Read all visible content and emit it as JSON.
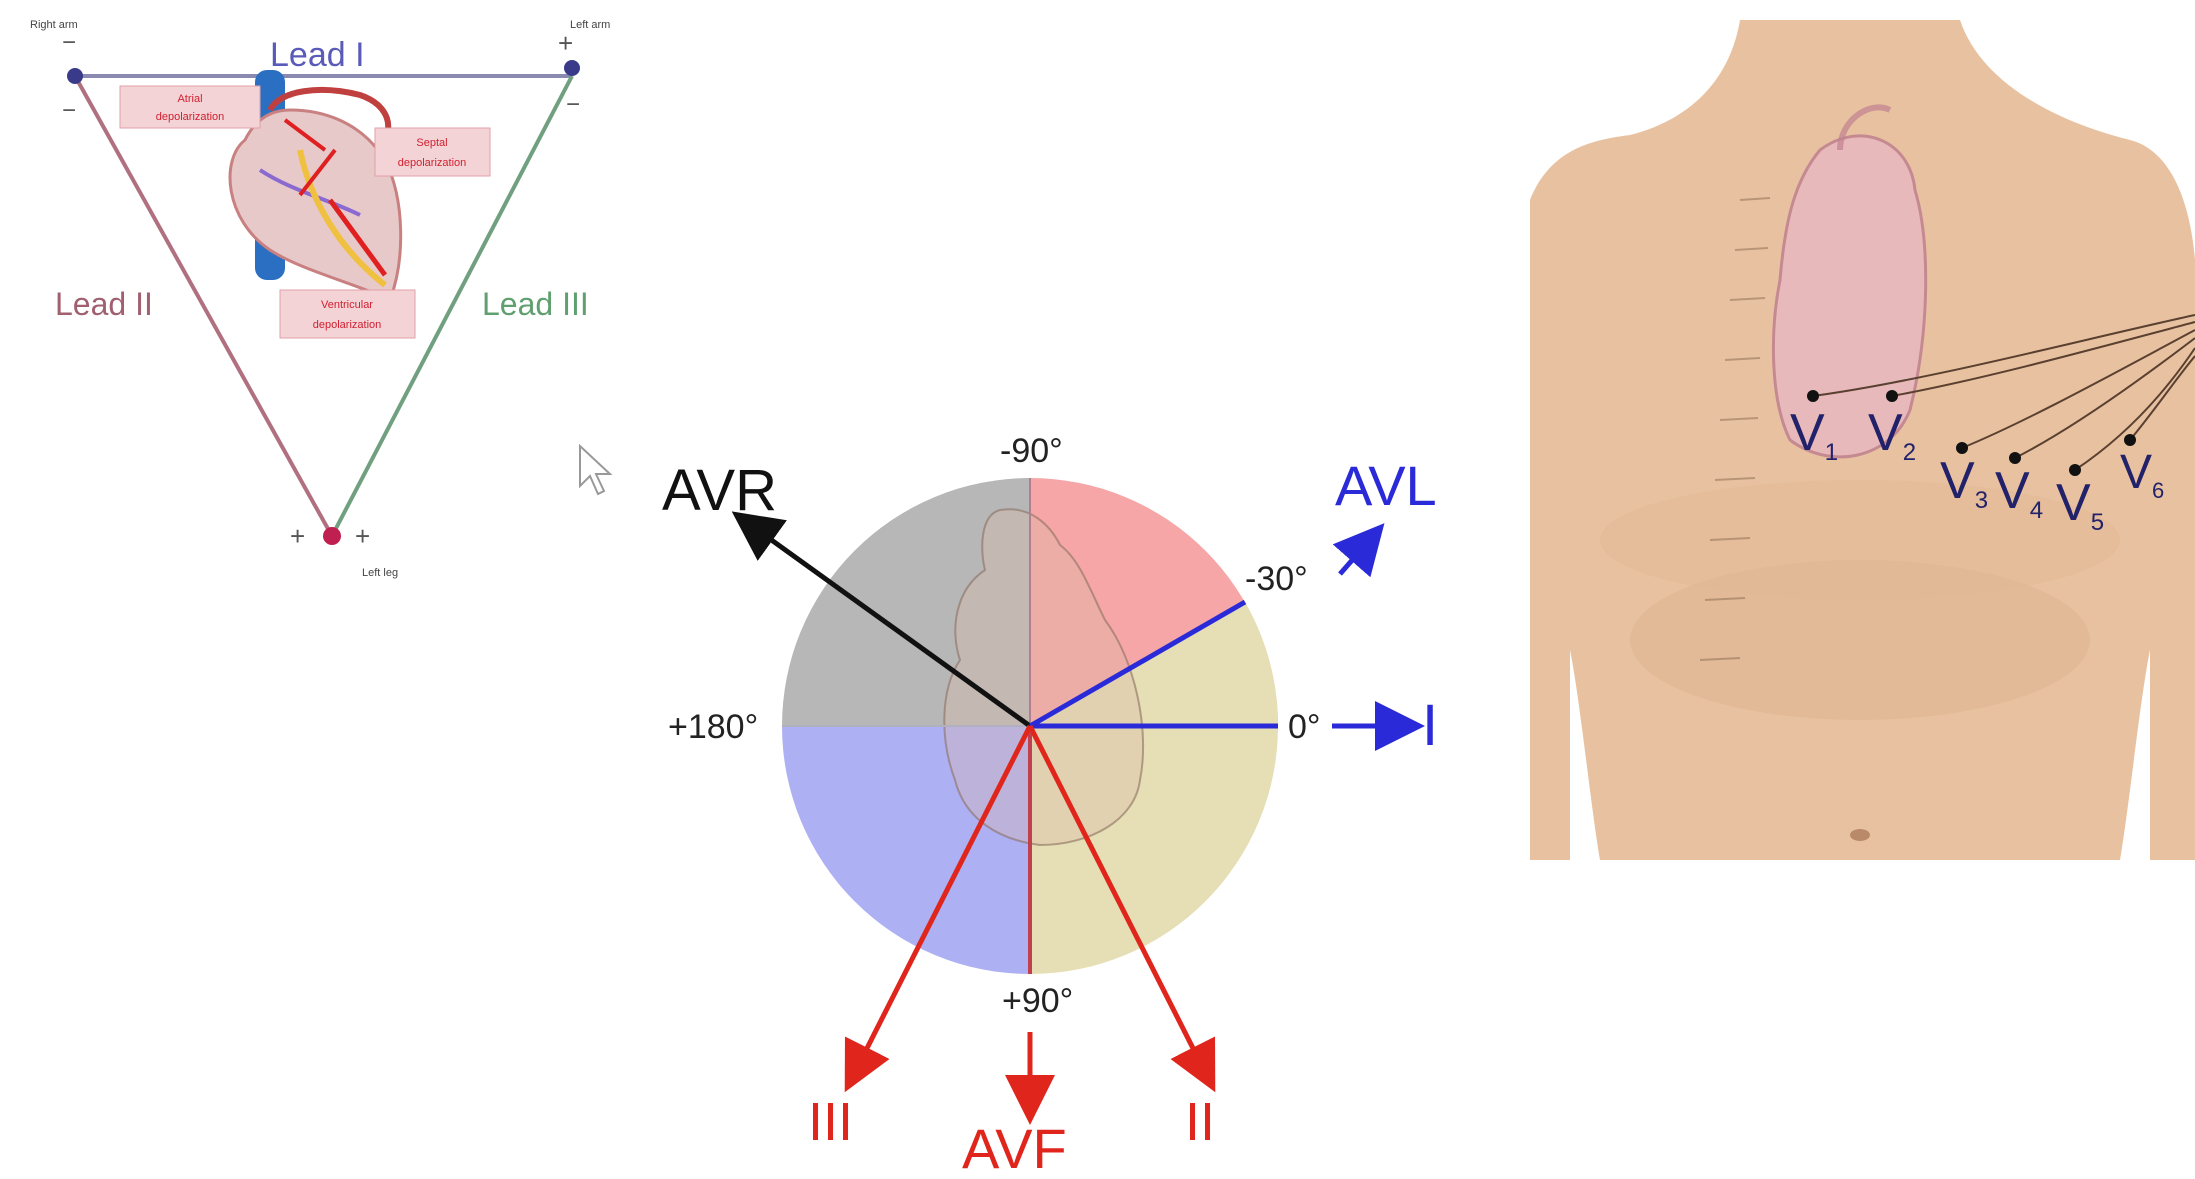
{
  "einthoven": {
    "right_arm": "Right arm",
    "left_arm": "Left arm",
    "left_leg": "Left leg",
    "lead_i": "Lead I",
    "lead_ii": "Lead II",
    "lead_iii": "Lead III",
    "atrial_depol": [
      "Atrial",
      "depolarization"
    ],
    "septal_depol": [
      "Septal",
      "depolarization"
    ],
    "ventricular_depol": [
      "Ventricular",
      "depolarization"
    ],
    "minus": "−",
    "plus": "+"
  },
  "hexaxial": {
    "avr": "AVR",
    "avl": "AVL",
    "avf": "AVF",
    "lead_i": "I",
    "lead_ii": "II",
    "lead_iii": "III",
    "deg_neg90": "-90°",
    "deg_neg30": "-30°",
    "deg_0": "0°",
    "deg_pos180": "+180°",
    "deg_pos90": "+90°"
  },
  "precordial": {
    "v1": "V",
    "v1_sub": "1",
    "v2": "V",
    "v2_sub": "2",
    "v3": "V",
    "v3_sub": "3",
    "v4": "V",
    "v4_sub": "4",
    "v5": "V",
    "v5_sub": "5",
    "v6": "V",
    "v6_sub": "6"
  },
  "colors": {
    "blue_lead": "#2a2ad8",
    "red_lead": "#e0261c",
    "black_lead": "#111111",
    "quad_upper_left": "#b7b7b7",
    "quad_upper_right": "#f6a6a6",
    "quad_lower_left": "#aeb0f4",
    "quad_lower_right": "#e6deb4",
    "skin": "#e8c2a0"
  }
}
